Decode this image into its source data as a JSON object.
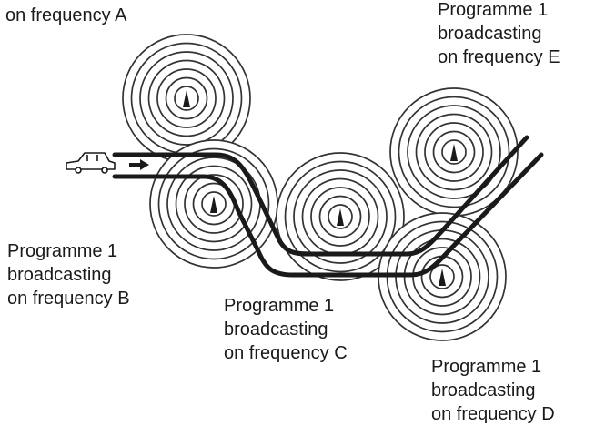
{
  "diagram": {
    "transmitters": [
      {
        "id": "a",
        "lines": [
          "on frequency A"
        ]
      },
      {
        "id": "b",
        "lines": [
          "Programme 1",
          "broadcasting",
          "on frequency B"
        ]
      },
      {
        "id": "c",
        "lines": [
          "Programme 1",
          "broadcasting",
          "on frequency C"
        ]
      },
      {
        "id": "d",
        "lines": [
          "Programme 1",
          "broadcasting",
          "on frequency D"
        ]
      },
      {
        "id": "e",
        "lines": [
          "Programme 1",
          "broadcasting",
          "on frequency E"
        ]
      }
    ],
    "colors": {
      "ink": "#1a1a1a",
      "rings": "#333333",
      "background": "#ffffff"
    },
    "icons": [
      "car-icon",
      "direction-arrow-icon",
      "transmitter-icon"
    ]
  }
}
